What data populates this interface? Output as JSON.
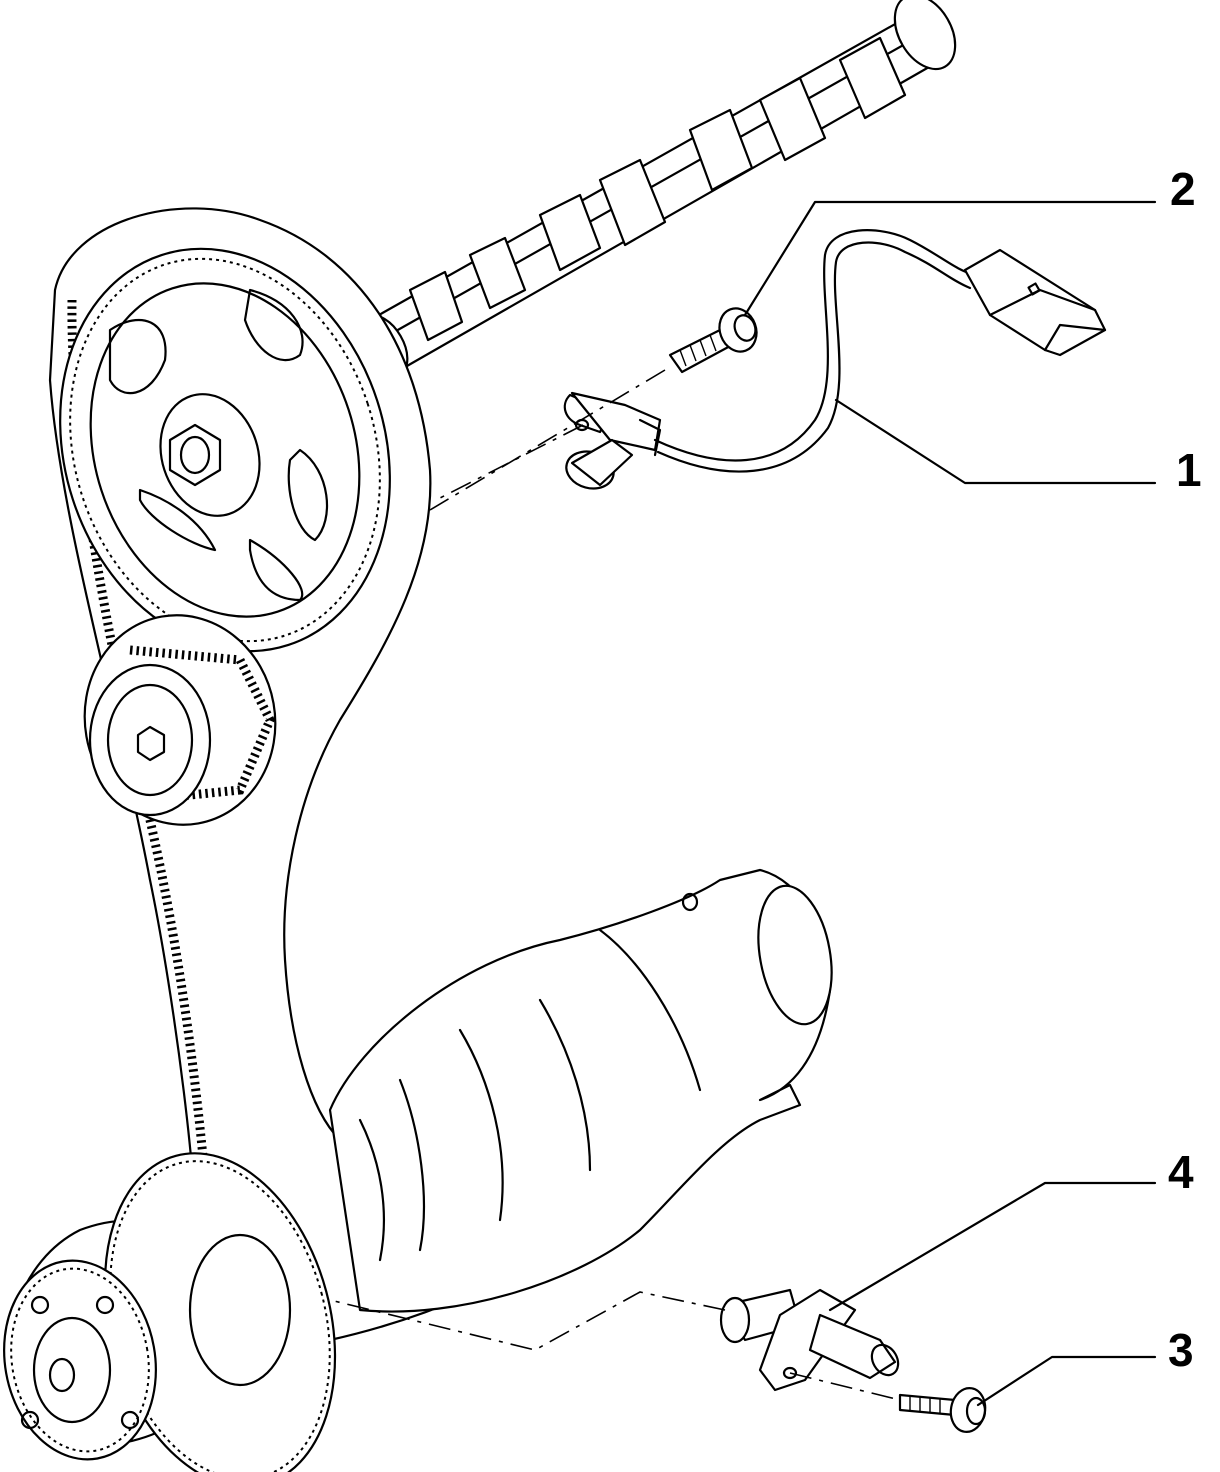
{
  "callouts": [
    {
      "id": "1",
      "label": "1"
    },
    {
      "id": "2",
      "label": "2"
    },
    {
      "id": "3",
      "label": "3"
    },
    {
      "id": "4",
      "label": "4"
    }
  ],
  "parts": [
    {
      "id": "camshaft-sensor",
      "icon": "sensor-with-cable-icon"
    },
    {
      "id": "camshaft-sensor-bolt",
      "icon": "bolt-icon"
    },
    {
      "id": "crankshaft-sensor-bolt",
      "icon": "bolt-icon"
    },
    {
      "id": "crankshaft-sensor",
      "icon": "sensor-icon"
    }
  ]
}
